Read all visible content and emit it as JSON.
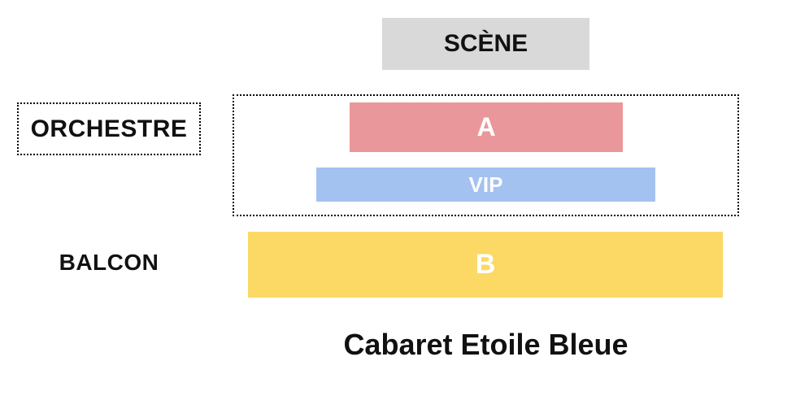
{
  "title": "Cabaret Etoile Bleue",
  "stage": {
    "label": "SCÈNE",
    "bg_color": "#d9d9d9"
  },
  "zones": {
    "orchestre": {
      "label": "ORCHESTRE",
      "sections": [
        {
          "id": "A",
          "label": "A",
          "color": "#ea979b"
        },
        {
          "id": "VIP",
          "label": "VIP",
          "color": "#a4c2f0"
        }
      ]
    },
    "balcon": {
      "label": "BALCON",
      "sections": [
        {
          "id": "B",
          "label": "B",
          "color": "#fcd964"
        }
      ]
    }
  },
  "colors": {
    "section_text": "#ffffff",
    "label_text": "#111111",
    "border": "#000000",
    "background": "#ffffff"
  }
}
